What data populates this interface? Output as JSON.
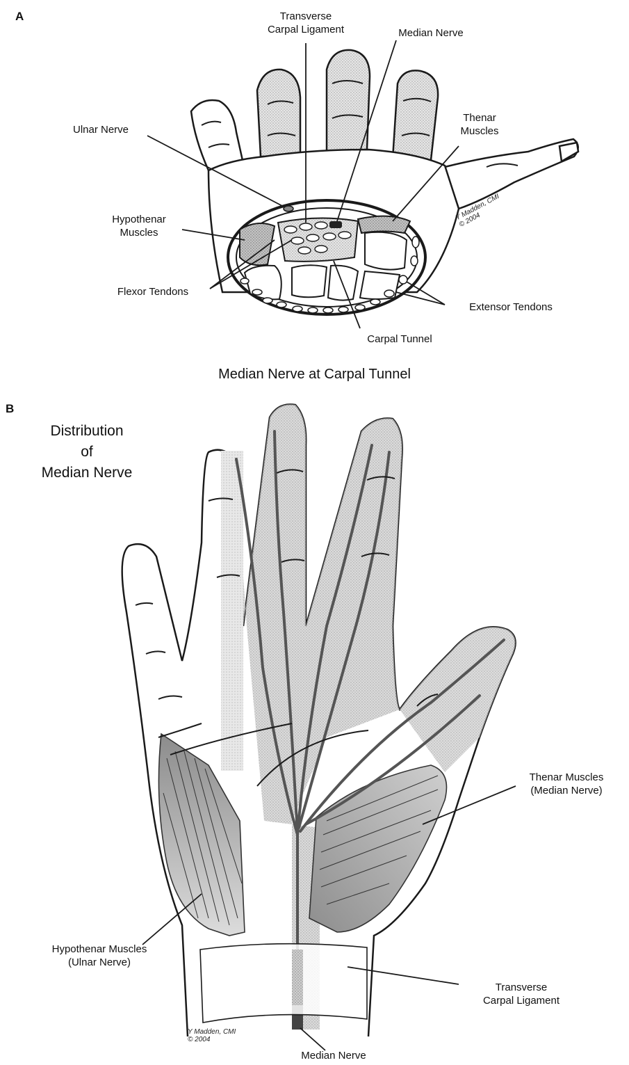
{
  "panel_a": {
    "letter": "A",
    "labels": {
      "transverse_carpal_ligament": [
        "Transverse",
        "Carpal Ligament"
      ],
      "median_nerve": "Median Nerve",
      "ulnar_nerve": "Ulnar Nerve",
      "thenar_muscles": [
        "Thenar",
        "Muscles"
      ],
      "hypothenar_muscles": [
        "Hypothenar",
        "Muscles"
      ],
      "flexor_tendons": "Flexor Tendons",
      "extensor_tendons": "Extensor Tendons",
      "carpal_tunnel": "Carpal Tunnel"
    },
    "signature": [
      "Y Madden, CMI",
      "© 2004"
    ],
    "caption": "Median Nerve at Carpal Tunnel"
  },
  "panel_b": {
    "letter": "B",
    "title": [
      "Distribution",
      "of",
      "Median Nerve"
    ],
    "labels": {
      "thenar_muscles": [
        "Thenar Muscles",
        "(Median Nerve)"
      ],
      "hypothenar_muscles": [
        "Hypothenar Muscles",
        "(Ulnar Nerve)"
      ],
      "transverse_carpal_ligament": [
        "Transverse",
        "Carpal Ligament"
      ],
      "median_nerve": "Median Nerve"
    },
    "signature": [
      "Y Madden, CMI",
      "© 2004"
    ]
  },
  "colors": {
    "line": "#1a1a1a",
    "shade_light": "#d9d9d9",
    "shade_mid": "#b5b5b5",
    "shade_dark": "#6e6e6e",
    "nerve": "#555555"
  }
}
